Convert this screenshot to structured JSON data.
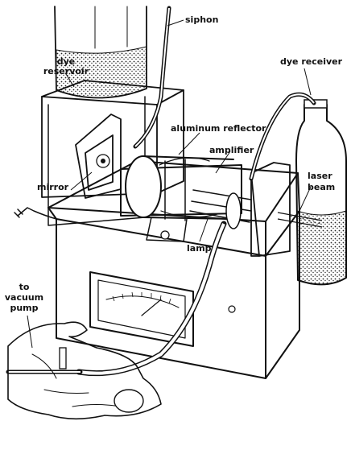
{
  "labels": {
    "siphon": "siphon",
    "dye_reservoir_1": "dye",
    "dye_reservoir_2": "reservoir",
    "dye_receiver": "dye receiver",
    "aluminum_reflector": "aluminum reflector",
    "amplifier": "amplifier",
    "mirror": "mirror",
    "laser_beam_1": "laser",
    "laser_beam_2": "beam",
    "lamp": "lamp",
    "vacuum_1": "to",
    "vacuum_2": "vacuum",
    "vacuum_3": "pump"
  }
}
